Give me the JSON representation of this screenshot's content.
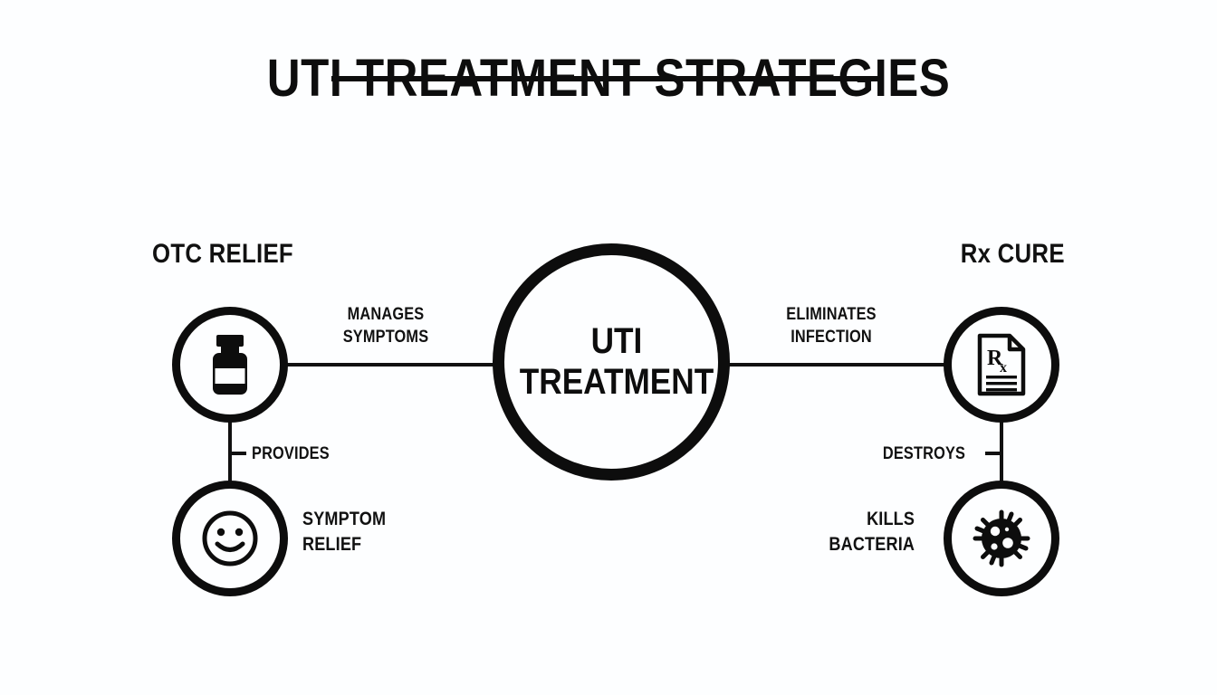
{
  "title": "UTI TREATMENT STRATEGIES",
  "theme": {
    "background": "#fdfeff",
    "ink": "#0d0d0d",
    "line": "#111111"
  },
  "center_node": {
    "label": "UTI\nTREATMENT",
    "icon": "circle-outline"
  },
  "branches": {
    "left": {
      "header": "OTC RELIEF",
      "primary": {
        "icon": "medicine-bottle-icon",
        "edge_label": "MANAGES\nSYMPTOMS"
      },
      "secondary": {
        "icon": "smiley-face-icon",
        "edge_label": "PROVIDES",
        "node_label": "SYMPTOM\nRELIEF"
      }
    },
    "right": {
      "header": "Rx CURE",
      "primary": {
        "icon": "prescription-document-icon",
        "edge_label": "ELIMINATES\nINFECTION"
      },
      "secondary": {
        "icon": "bacteria-icon",
        "edge_label": "DESTROYS",
        "node_label": "KILLS\nBACTERIA"
      }
    }
  }
}
